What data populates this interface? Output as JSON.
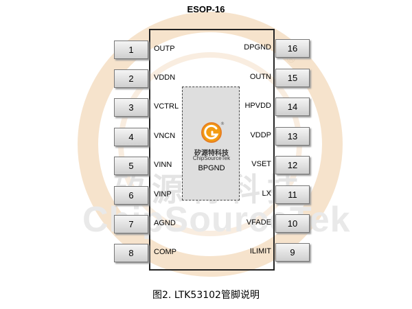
{
  "package": {
    "title": "ESOP-16"
  },
  "pins_left": [
    {
      "number": "1",
      "label": "OUTP"
    },
    {
      "number": "2",
      "label": "VDDN"
    },
    {
      "number": "3",
      "label": "VCTRL"
    },
    {
      "number": "4",
      "label": "VNCN"
    },
    {
      "number": "5",
      "label": "VINN"
    },
    {
      "number": "6",
      "label": "VINP"
    },
    {
      "number": "7",
      "label": "AGND"
    },
    {
      "number": "8",
      "label": "COMP"
    }
  ],
  "pins_right": [
    {
      "number": "16",
      "label": "DPGND"
    },
    {
      "number": "15",
      "label": "OUTN"
    },
    {
      "number": "14",
      "label": "HPVDD"
    },
    {
      "number": "13",
      "label": "VDDP"
    },
    {
      "number": "12",
      "label": "VSET"
    },
    {
      "number": "11",
      "label": "LX"
    },
    {
      "number": "10",
      "label": "VFADE"
    },
    {
      "number": "9",
      "label": "ILIMIT"
    }
  ],
  "exposed_pad": {
    "brand_cn": "矽源特科技",
    "brand_en": "ChipSourceTek",
    "label": "BPGND"
  },
  "watermark": {
    "text_cn": "矽源特科技",
    "text_en": "ChipSourceTek",
    "registered": "®"
  },
  "caption": "图2. LTK53102管脚说明",
  "colors": {
    "logo_orange": "#f39c12",
    "watermark_ring": "#f6e3cc",
    "pad_fill": "#dedede"
  }
}
